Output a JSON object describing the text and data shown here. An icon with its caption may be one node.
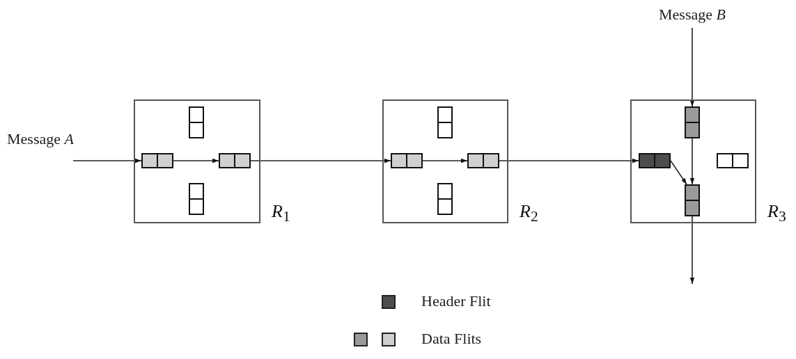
{
  "diagram": {
    "nodes": [
      {
        "text": [
          "Message *B*"
        ]
      },
      {
        "text": [
          "*R*$_{1}$"
        ]
      },
      {
        "text": [],
        "shape": "box",
        "in": 1
      },
      {
        "text": [],
        "shape": "box",
        "in": 1
      },
      {
        "text": [],
        "shape": "box",
        "in": 1
      },
      {
        "text": [],
        "shape": "box",
        "in": 1
      },
      {
        "text": [
          "*R*$_{2}$"
        ]
      },
      {
        "text": [],
        "shape": "box",
        "in": 6
      },
      {
        "text": [],
        "shape": "box",
        "in": 6
      },
      {
        "text": [],
        "shape": "box",
        "in": 6
      },
      {
        "text": [],
        "shape": "box",
        "in": 6
      },
      {
        "text": [
          "*R*$_{3}$"
        ]
      },
      {
        "text": [],
        "shape": "box",
        "in": 11
      },
      {
        "text": [],
        "shape": "box",
        "in": 11
      },
      {
        "text": [],
        "shape": "box",
        "in": 11
      },
      {
        "text": [],
        "shape": "box",
        "in": 11
      }
    ],
    "edges": [
      {
        "from": null,
        "to": 3,
        "arrow": "to"
      },
      {
        "from": 3,
        "to": 4,
        "arrow": "to"
      },
      {
        "from": 4,
        "to": 8,
        "arrow": "to"
      },
      {
        "from": 8,
        "to": 9,
        "arrow": "to"
      },
      {
        "from": 9,
        "to": 13,
        "arrow": "to"
      },
      {
        "from": 0,
        "to": 12,
        "arrow": "to"
      },
      {
        "from": 12,
        "to": 15,
        "arrow": "to"
      },
      {
        "from": 13,
        "to": 15,
        "arrow": "to"
      },
      {
        "from": 15,
        "to": null,
        "arrow": "to"
      }
    ],
    "labels": [
      "Message *A*"
    ],
    "legend": [
      {
        "text": "Header Flit",
        "color": "#4d4d4d"
      },
      {
        "text": "Data Flits"
      }
    ]
  }
}
